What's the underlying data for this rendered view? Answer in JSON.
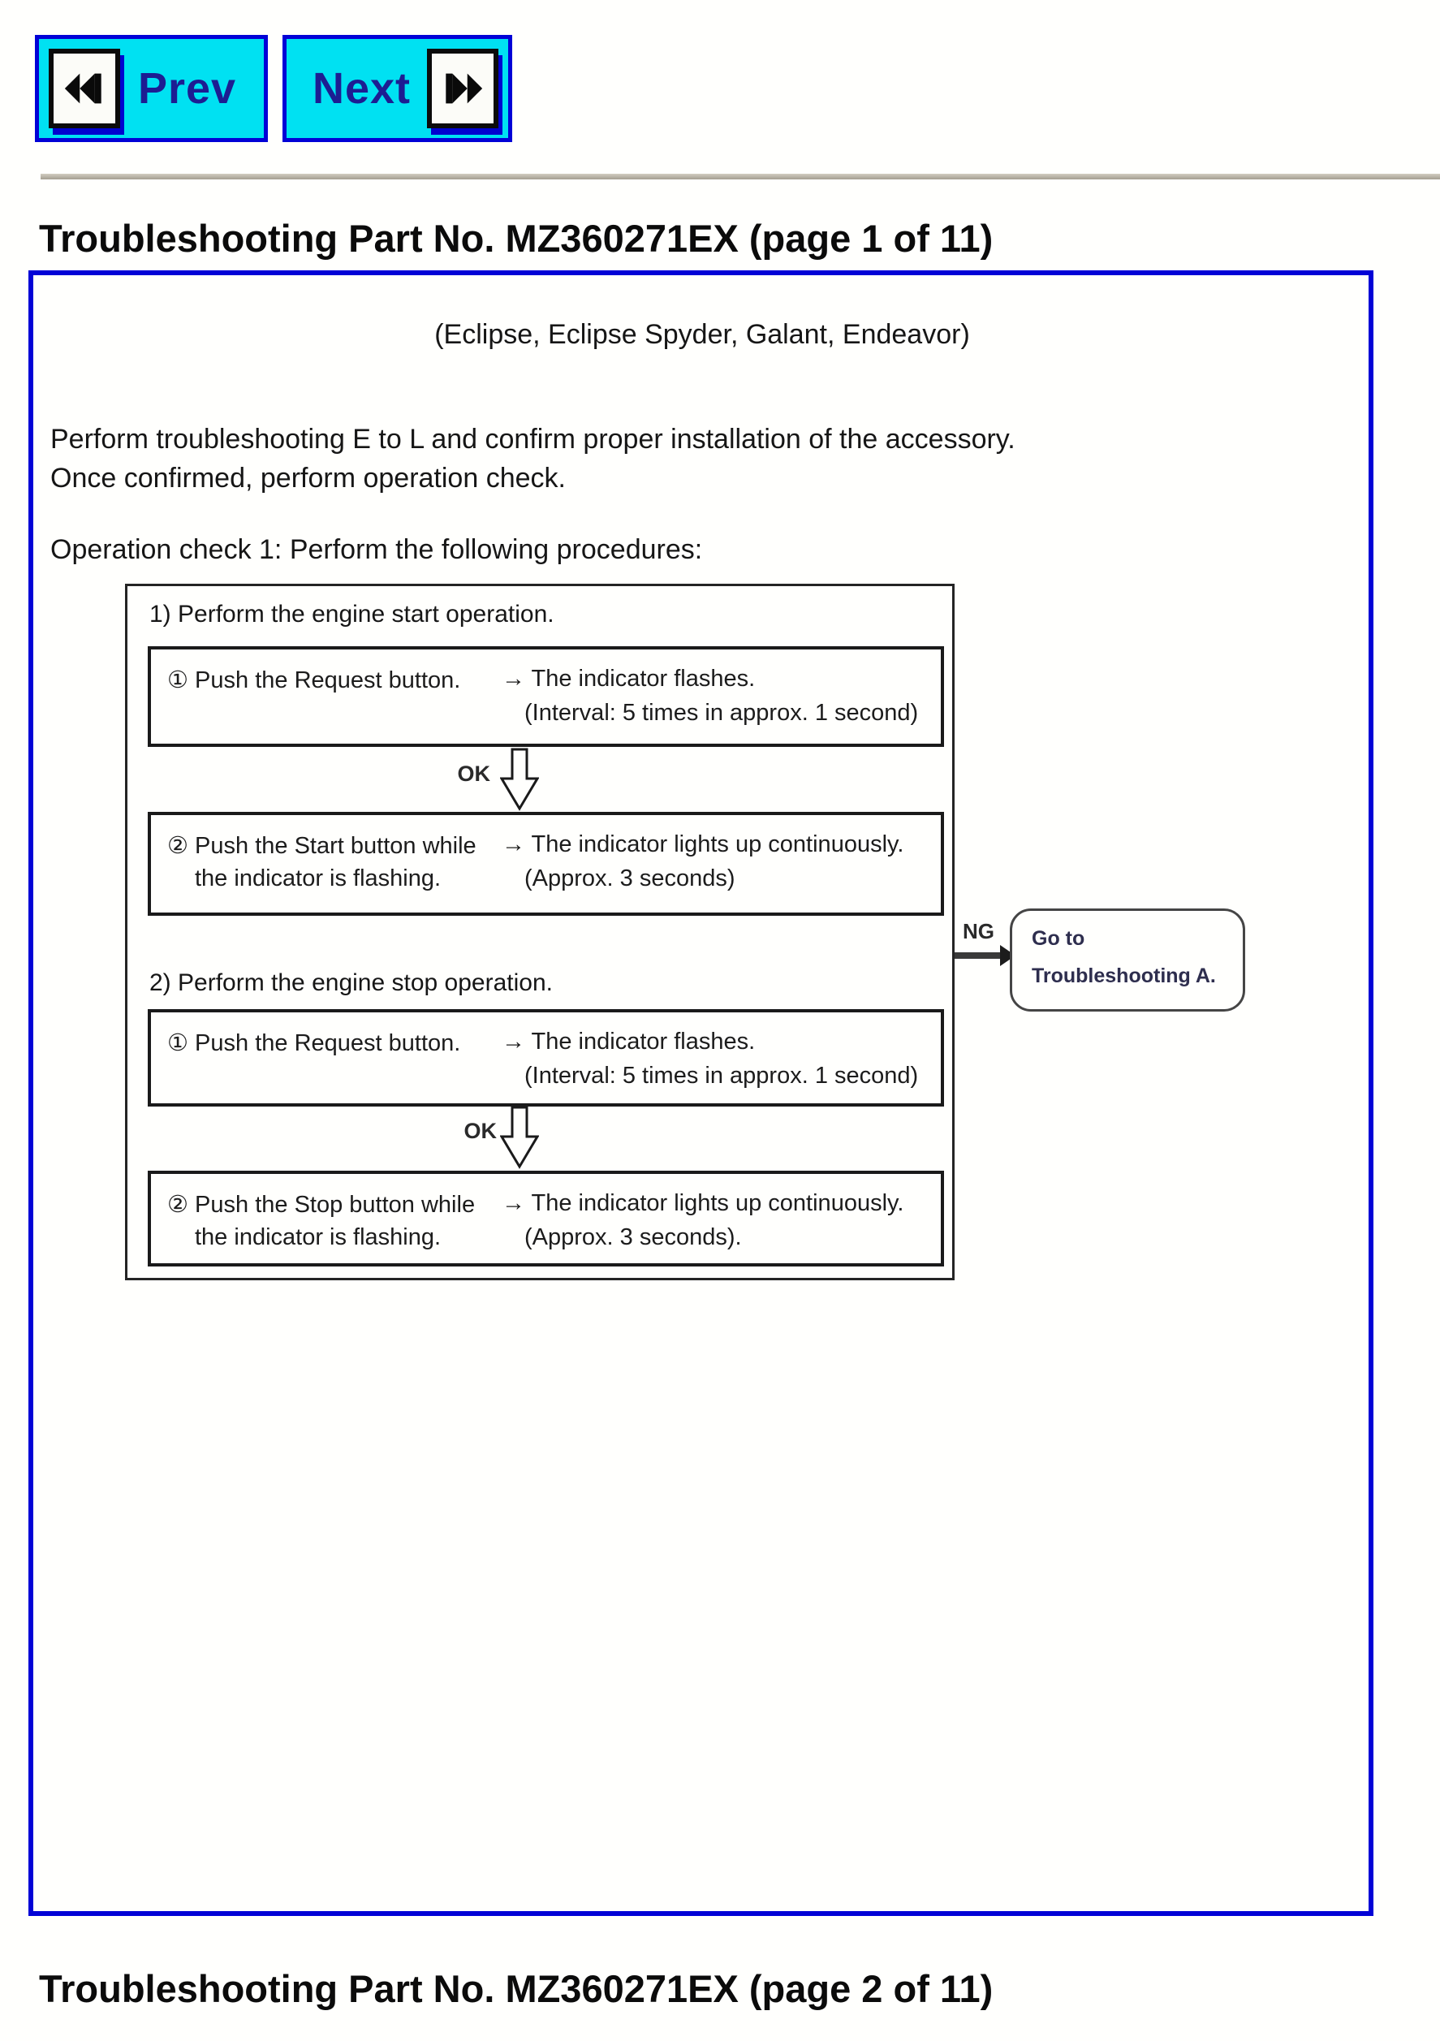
{
  "nav": {
    "prev_label": "Prev",
    "next_label": "Next"
  },
  "titles": {
    "page1": "Troubleshooting Part No. MZ360271EX (page 1 of 11)",
    "page2": "Troubleshooting Part No. MZ360271EX (page 2 of 11)"
  },
  "page1": {
    "subtitle": "(Eclipse, Eclipse Spyder, Galant, Endeavor)",
    "intro_line1": "Perform troubleshooting E to L and confirm proper installation of the accessory.",
    "intro_line2": "Once confirmed, perform operation check.",
    "operation_check": "Operation check 1: Perform the following procedures:",
    "flowchart": {
      "section1_label": "1) Perform the engine start operation.",
      "section2_label": "2) Perform the engine stop operation.",
      "steps": [
        {
          "action1": "① Push the Request button.",
          "action2": "",
          "result1": "→ The indicator flashes.",
          "result2": "(Interval: 5 times in approx. 1 second)"
        },
        {
          "action1": "② Push the Start button while",
          "action2": "the indicator is flashing.",
          "result1": "→ The indicator lights up continuously.",
          "result2": "(Approx. 3 seconds)"
        },
        {
          "action1": "① Push the Request button.",
          "action2": "",
          "result1": "→ The indicator flashes.",
          "result2": "(Interval: 5 times in approx. 1 second)"
        },
        {
          "action1": "② Push the Stop button while",
          "action2": "the indicator is flashing.",
          "result1": "→ The indicator lights up continuously.",
          "result2": "(Approx. 3 seconds)."
        }
      ],
      "ok_label": "OK",
      "ng_label": "NG",
      "goto_line1": "Go to",
      "goto_line2": "Troubleshooting A."
    }
  },
  "colors": {
    "accent_blue": "#0202d6",
    "button_cyan": "#00e1f2",
    "nav_text": "#1d1d92",
    "divider": "#ada796",
    "flow_border": "#1a1a1a",
    "goto_text": "#2e2e4e",
    "body_text": "#161616"
  }
}
